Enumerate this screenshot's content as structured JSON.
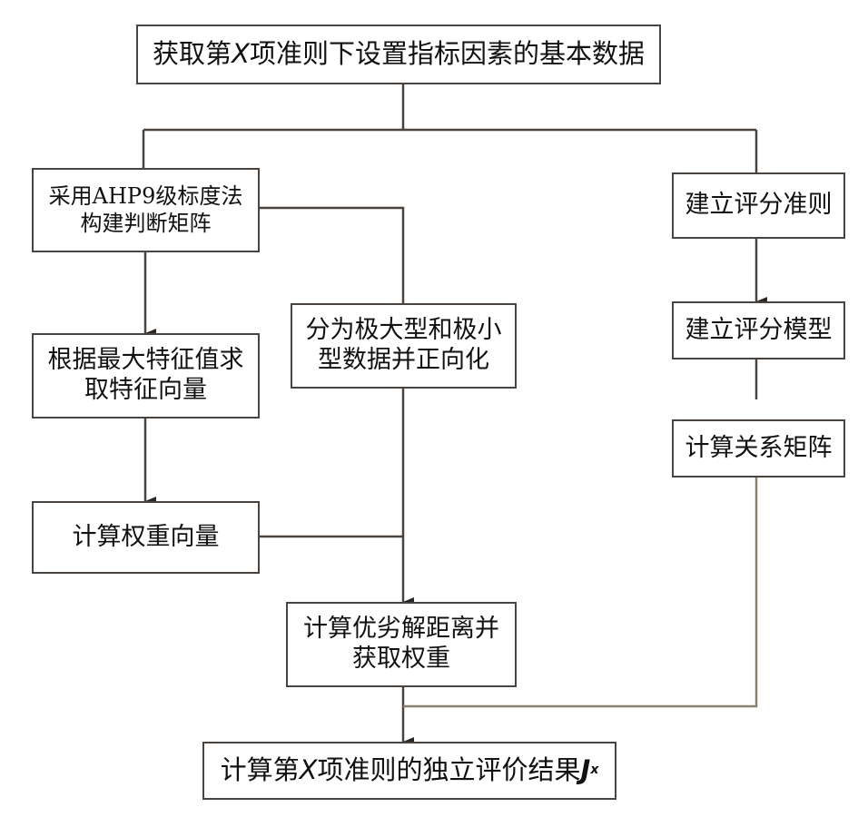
{
  "diagram": {
    "type": "flowchart",
    "nodes": {
      "top": {
        "prefix": "获取第",
        "var": "X",
        "suffix": "项准则下设置指标因素的基本数据"
      },
      "ahp": {
        "text": "采用AHP9级标度法\n构建判断矩阵"
      },
      "normalize": {
        "text": "分为极大型和极小\n型数据并正向化"
      },
      "eigen": {
        "text": "根据最大特征值求\n取特征向量"
      },
      "weight_vector": {
        "text": "计算权重向量"
      },
      "topsis": {
        "text": "计算优劣解距离并\n获取权重"
      },
      "score_criteria": {
        "text": "建立评分准则"
      },
      "score_model": {
        "text": "建立评分模型"
      },
      "relation_matrix": {
        "text": "计算关系矩阵"
      },
      "result": {
        "prefix": "计算第",
        "var": "X",
        "middle": "项准则的独立评价结果",
        "result_var": "J",
        "result_sub": "x"
      }
    },
    "edges": [
      {
        "from": "top",
        "to": "ahp",
        "arrow": false
      },
      {
        "from": "top",
        "to": "score_criteria",
        "arrow": false
      },
      {
        "from": "ahp",
        "to": "normalize",
        "arrow": false
      },
      {
        "from": "ahp",
        "to": "eigen",
        "arrow": true
      },
      {
        "from": "eigen",
        "to": "weight_vector",
        "arrow": true
      },
      {
        "from": "weight_vector",
        "to": "topsis",
        "arrow": false
      },
      {
        "from": "normalize",
        "to": "topsis",
        "arrow": true
      },
      {
        "from": "score_criteria",
        "to": "score_model",
        "arrow": true
      },
      {
        "from": "score_model",
        "to": "relation_matrix",
        "arrow": false
      },
      {
        "from": "relation_matrix",
        "to": "result",
        "arrow": false
      },
      {
        "from": "topsis",
        "to": "result",
        "arrow": true
      }
    ],
    "colors": {
      "line": "#4a4440",
      "line_light": "#8a8070",
      "box_border": "#4a4440",
      "text": "#111111",
      "background": "#ffffff"
    }
  }
}
